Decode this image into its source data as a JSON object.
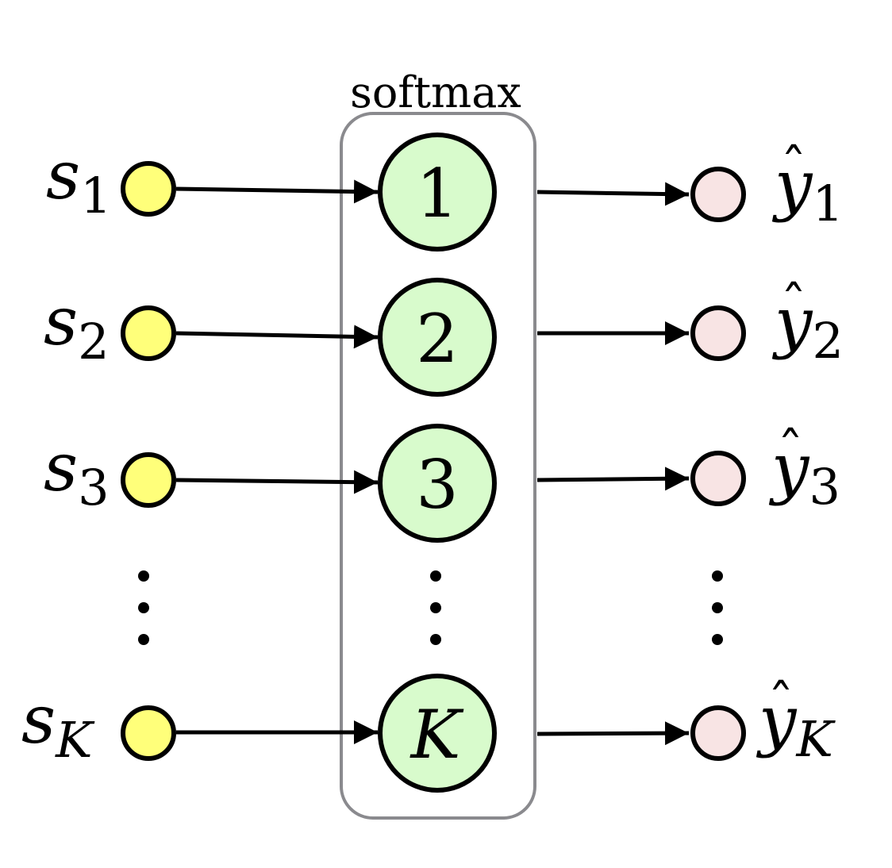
{
  "box_label": "softmax",
  "colors": {
    "input_fill": "#ffff7a",
    "unit_fill": "#d8fbcc",
    "output_fill": "#f8e4e4",
    "outline": "#000000",
    "box_stroke": "#8a8a8e"
  },
  "inputs": [
    {
      "base": "s",
      "sub": "1"
    },
    {
      "base": "s",
      "sub": "2"
    },
    {
      "base": "s",
      "sub": "3"
    },
    {
      "base": "s",
      "sub": "K"
    }
  ],
  "units": [
    "1",
    "2",
    "3",
    "K"
  ],
  "outputs": [
    {
      "base": "y",
      "hat": "ˆ",
      "sub": "1"
    },
    {
      "base": "y",
      "hat": "ˆ",
      "sub": "2"
    },
    {
      "base": "y",
      "hat": "ˆ",
      "sub": "3"
    },
    {
      "base": "y",
      "hat": "ˆ",
      "sub": "K"
    }
  ],
  "ellipsis_glyph": "⋮"
}
